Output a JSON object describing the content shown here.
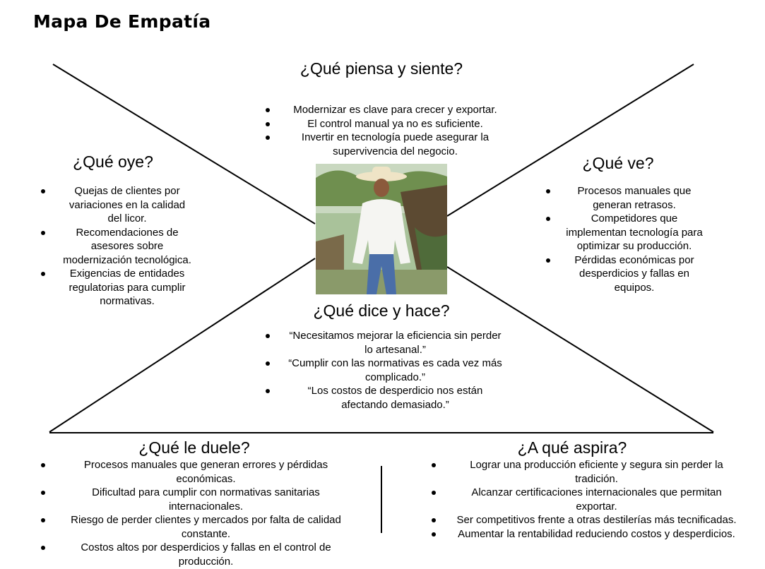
{
  "title": "Mapa De Empatía",
  "piensa": {
    "heading": "¿Qué piensa y siente?",
    "items": [
      "Modernizar es clave para crecer y exportar.",
      "El control manual ya no es suficiente.",
      "Invertir en tecnología puede asegurar la supervivencia del negocio."
    ]
  },
  "oye": {
    "heading": "¿Qué oye?",
    "items": [
      "Quejas de clientes por variaciones en la calidad del licor.",
      "Recomendaciones de asesores sobre modernización tecnológica.",
      "Exigencias de entidades regulatorias para cumplir normativas."
    ]
  },
  "ve": {
    "heading": "¿Qué ve?",
    "items": [
      "Procesos manuales que generan retrasos.",
      "Competidores que implementan tecnología para optimizar su producción.",
      "Pérdidas económicas por desperdicios y fallas en equipos."
    ]
  },
  "dice": {
    "heading": "¿Qué dice y hace?",
    "items": [
      "“Necesitamos mejorar la eficiencia sin perder lo artesanal.”",
      "“Cumplir con las normativas es cada vez más complicado.”",
      "“Los costos de desperdicio nos están afectando demasiado.”"
    ]
  },
  "duele": {
    "heading": "¿Qué le duele?",
    "items": [
      "Procesos manuales que generan errores y pérdidas económicas.",
      "Dificultad para cumplir con normativas sanitarias internacionales.",
      "Riesgo de perder clientes y mercados por falta de calidad constante.",
      "Costos altos por desperdicios y fallas en el control de producción."
    ]
  },
  "aspira": {
    "heading": "¿A qué aspira?",
    "items": [
      "Lograr una producción eficiente y segura sin perder la tradición.",
      "Alcanzar certificaciones internacionales que permitan exportar.",
      "Ser competitivos frente a otras destilerías más tecnificadas.",
      "Aumentar la rentabilidad reduciendo costos y desperdicios."
    ]
  }
}
